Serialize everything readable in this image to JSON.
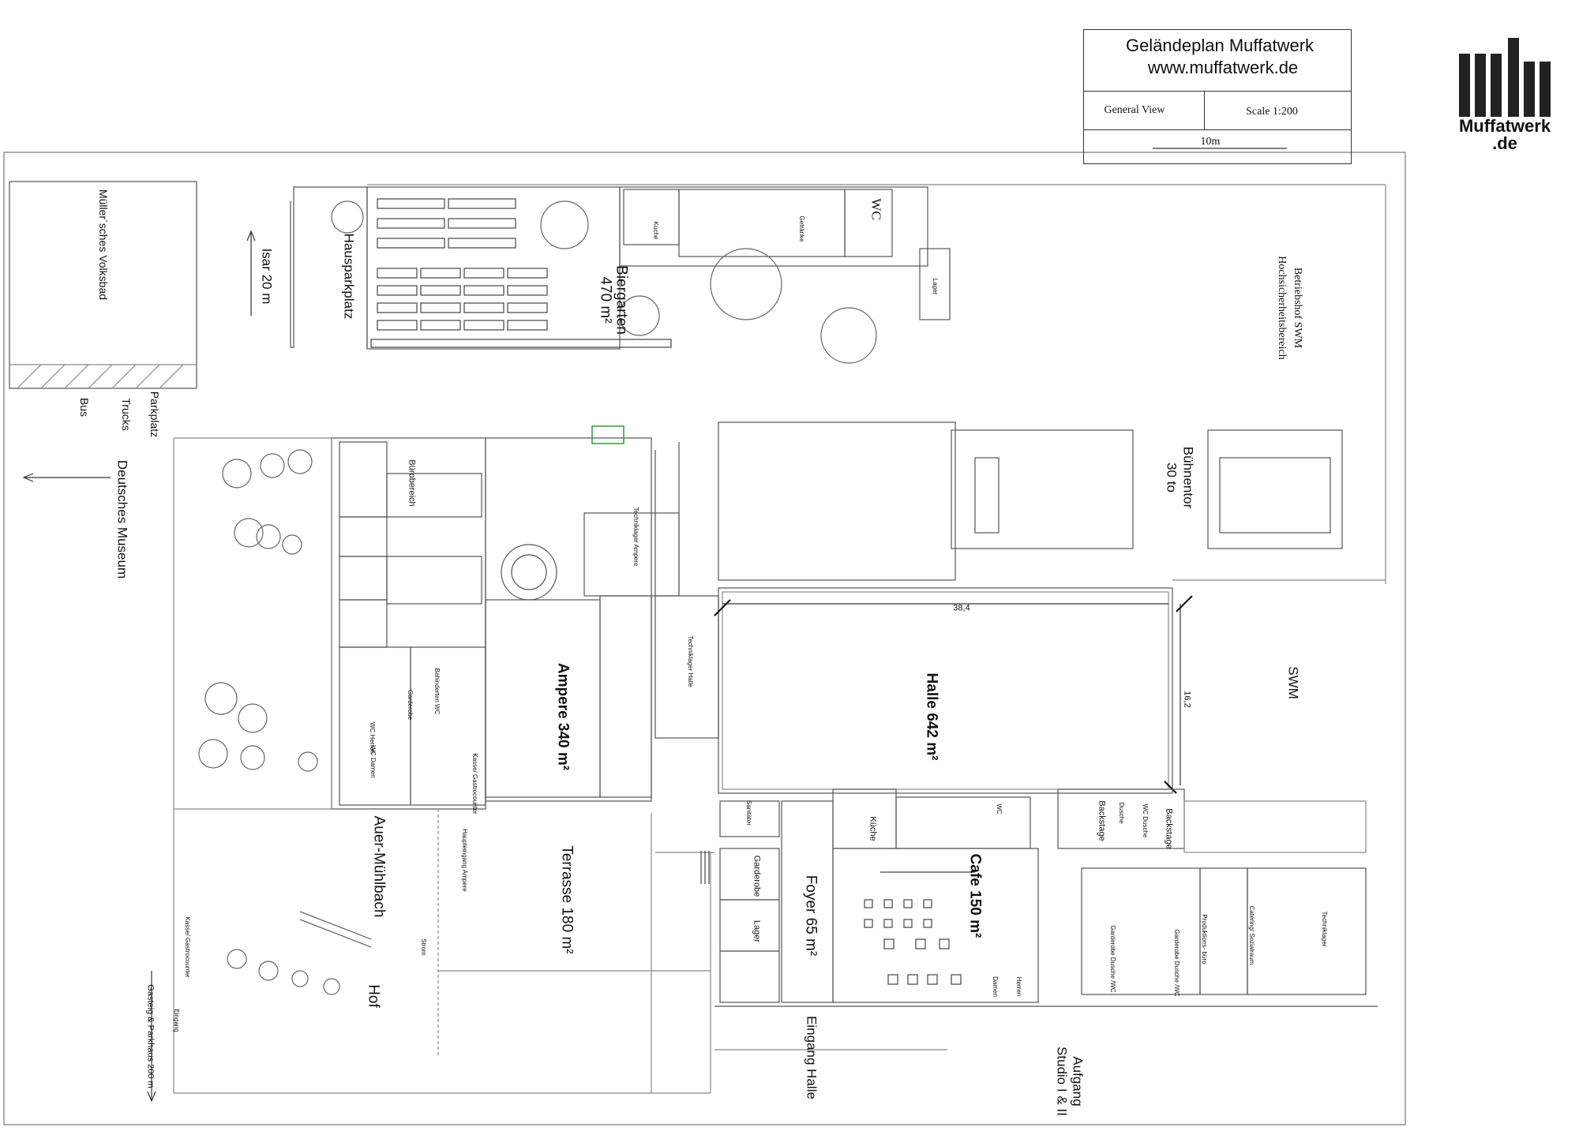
{
  "title_block": {
    "title": "Geländeplan Muffatwerk",
    "url": "www.muffatwerk.de",
    "view": "General View",
    "scale": "Scale 1:200",
    "scalebar": "10m"
  },
  "logo": {
    "line1": "Muffatwerk",
    "line2": ".de"
  },
  "labels": {
    "volksbad": "Müller´sches Volksbad",
    "isar": "Isar 20 m",
    "hausparkplatz": "Hausparkplatz",
    "biergarten": "Biergarten",
    "biergarten_area": "470 m²",
    "kueche_top": "Küche",
    "getraenke": "Getränke",
    "wc_top": "WC",
    "lager_top": "Lager",
    "betriebshof": "Betriebshof SWM",
    "hochsicherheit": "Hochsicherheitsbereich",
    "parkplatz": "Parkplatz",
    "trucks": "Trucks",
    "bus": "Bus",
    "deutsches_museum": "Deutsches Museum",
    "buehnentor": "Bühnentor",
    "buehnentor_load": "30 to",
    "buerobereich": "Bürobereich",
    "technikl_ampere": "Techniklager Ampere",
    "technikl_halle": "Techniklager Halle",
    "ampere": "Ampere 340 m²",
    "halle": "Halle 642 m²",
    "dim_width": "38,4",
    "dim_depth": "16,2",
    "swm": "SWM",
    "garderobe_small": "Garderobe",
    "wc_herren": "WC Herren",
    "wc_damen": "WC Damen",
    "behinderten_wc": "Behinderten WC",
    "kasse_garderobe": "Kasse/ Gastrocounter",
    "haupteingang_ampere": "Haupteingang Ampere",
    "auer_muehlbach": "Auer-Mühlbach",
    "terrasse": "Terrasse 180 m²",
    "kasse_gastro": "Kasse/ Gastrocounter",
    "hof": "Hof",
    "gasteig": "Gasteig & Parkhaus 200 m",
    "eingang": "Eingang",
    "strom": "Strom",
    "sanitaeter": "Sanitäter",
    "garderobe_foyer": "Garderobe",
    "lager_foyer": "Lager",
    "foyer": "Foyer 65 m²",
    "eingang_halle": "Eingang Halle",
    "kueche_cafe": "Küche",
    "cafe": "Cafe 150 m²",
    "backstage1": "Backstage",
    "backstage2": "Backstage",
    "dusche": "Dusche",
    "wc_dusche": "WC Dusche",
    "garderobe_dusche1": "Garderobe Dusche /WC",
    "garderobe_dusche2": "Garderobe Dusche /WC",
    "produktionsbuero": "Produktions- büro",
    "catering": "Catering/ Sozialraum",
    "techniklager": "Techniklager",
    "aufgang": "Aufgang",
    "studio": "Studio I & II",
    "wc_cafe": "WC",
    "damen_cafe": "Damen",
    "herren_cafe": "Herren"
  }
}
